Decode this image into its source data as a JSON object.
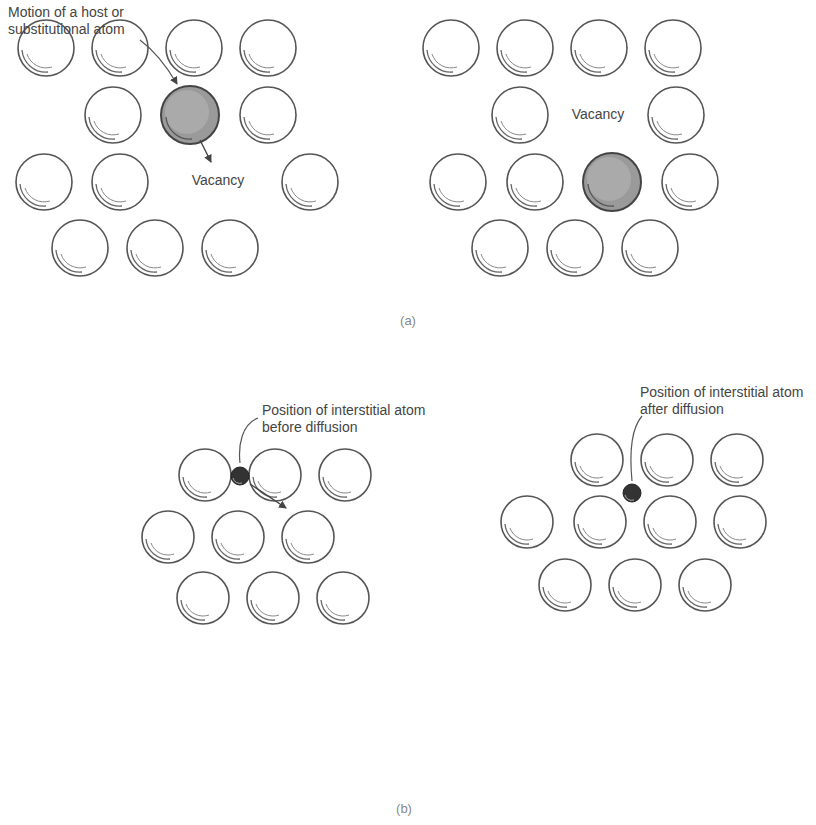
{
  "diagram": {
    "labels": [
      "Motion of a host or substitutional atom",
      "Vacancy",
      "Vacancy",
      "(a)",
      "Position of interstitial atom before diffusion",
      "Position of interstitial atom after diffusion",
      "(b)"
    ]
  }
}
